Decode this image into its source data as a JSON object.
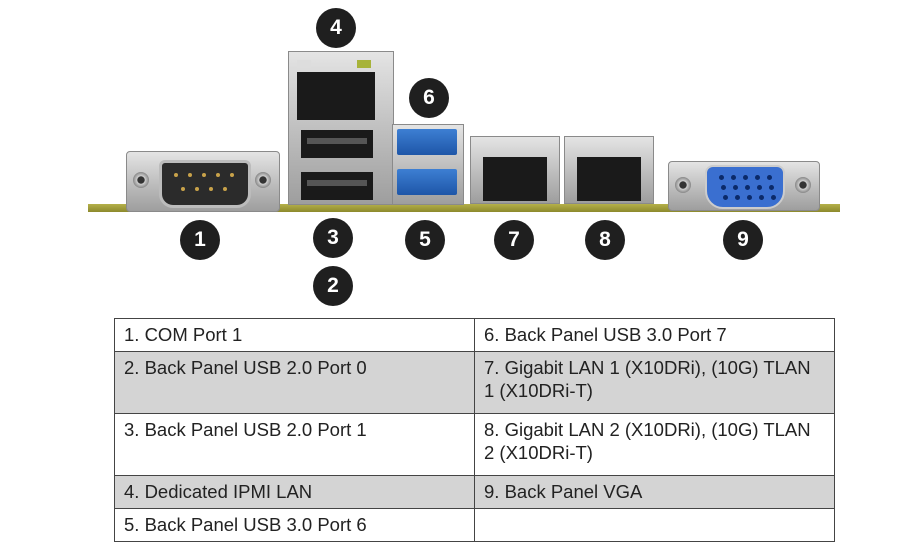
{
  "figure": {
    "callouts": [
      "1",
      "2",
      "3",
      "4",
      "5",
      "6",
      "7",
      "8",
      "9"
    ],
    "connectors": [
      {
        "id": "1",
        "icon": "serial-db9-port"
      },
      {
        "id": "2",
        "icon": "usb2-port"
      },
      {
        "id": "3",
        "icon": "usb2-port"
      },
      {
        "id": "4",
        "icon": "rj45-port"
      },
      {
        "id": "5",
        "icon": "usb3-port"
      },
      {
        "id": "6",
        "icon": "usb3-port"
      },
      {
        "id": "7",
        "icon": "rj45-port"
      },
      {
        "id": "8",
        "icon": "rj45-port"
      },
      {
        "id": "9",
        "icon": "vga-port"
      }
    ]
  },
  "legend_table": {
    "rows": [
      {
        "left": "1. COM Port 1",
        "right": "6. Back Panel USB 3.0 Port 7",
        "shaded": false
      },
      {
        "left": "2. Back Panel USB 2.0 Port 0",
        "right": "7. Gigabit LAN 1 (X10DRi), (10G) TLAN 1 (X10DRi-T)",
        "shaded": true
      },
      {
        "left": "3. Back Panel USB 2.0 Port 1",
        "right": "8. Gigabit LAN 2 (X10DRi), (10G) TLAN 2 (X10DRi-T)",
        "shaded": false
      },
      {
        "left": "4. Dedicated IPMI LAN",
        "right": "9. Back Panel VGA",
        "shaded": true
      },
      {
        "left": "5. Back Panel USB 3.0 Port 6",
        "right": "",
        "shaded": false
      }
    ]
  },
  "colors": {
    "callout": "#1f1f1f",
    "shade": "#d4d4d4",
    "usb3": "#2f6cc4",
    "vga": "#3a6fd0",
    "pcb": "#a9a53c"
  }
}
